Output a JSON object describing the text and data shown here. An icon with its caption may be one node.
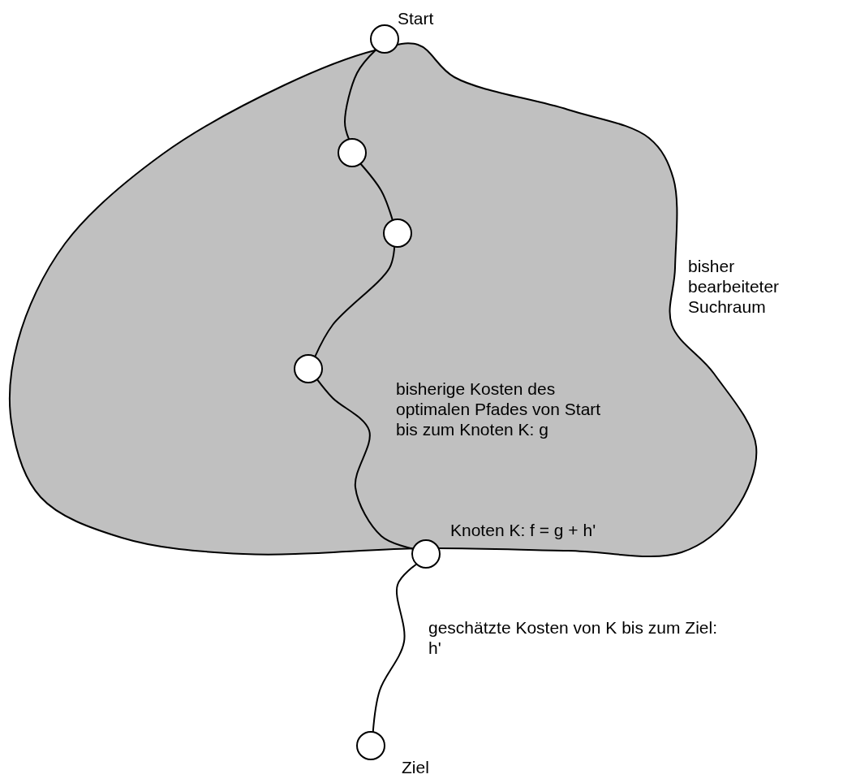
{
  "diagram": {
    "nodes": [
      {
        "text": [],
        "shape": "cloud",
        "beside": [
          "bisher bearbeiteter Suchraum"
        ]
      },
      {
        "text": [],
        "shape": "circle",
        "beside": [
          "Start"
        ]
      },
      {
        "text": [],
        "shape": "circle",
        "in": 0
      },
      {
        "text": [],
        "shape": "circle",
        "in": 0
      },
      {
        "text": [],
        "shape": "circle",
        "in": 0
      },
      {
        "text": [],
        "shape": "circle",
        "beside": [
          "Knoten K: f = g + h'"
        ]
      },
      {
        "text": [],
        "shape": "circle",
        "beside": [
          "Ziel"
        ]
      }
    ],
    "edges": [
      {
        "from": 1,
        "to": 2,
        "arrow": "none"
      },
      {
        "from": 2,
        "to": 3,
        "arrow": "none"
      },
      {
        "from": 3,
        "to": 4,
        "arrow": "none"
      },
      {
        "from": 4,
        "to": 5,
        "arrow": "none"
      },
      {
        "from": 5,
        "to": 6,
        "arrow": "none"
      }
    ],
    "labels": [
      "bisherige Kosten des optimalen Pfades von Start bis zum Knoten K: g",
      "geschätzte Kosten von K bis zum Ziel: h'"
    ]
  }
}
